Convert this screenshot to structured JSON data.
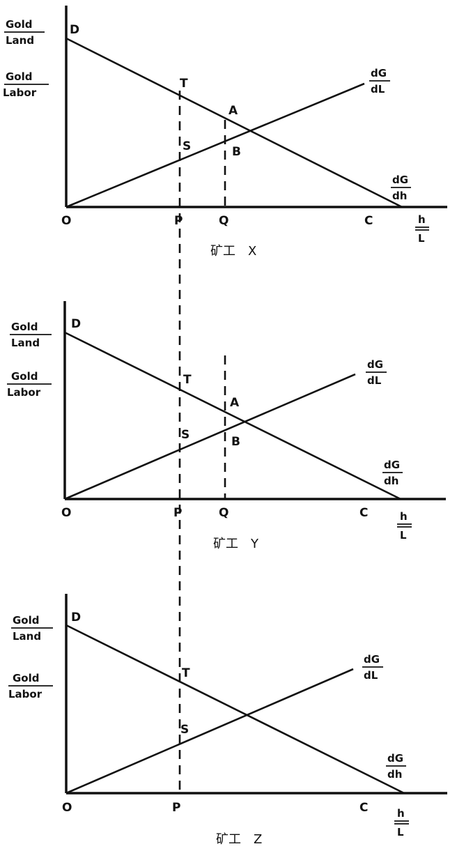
{
  "labels": {
    "gold": "Gold",
    "land": "Land",
    "labor": "Labor",
    "dG": "dG",
    "dL": "dL",
    "dh": "dh",
    "h": "h",
    "L": "L",
    "O": "O",
    "P": "P",
    "Q": "Q",
    "C": "C",
    "D": "D",
    "T": "T",
    "S": "S",
    "A": "A",
    "B": "B"
  },
  "panels": [
    {
      "caption": "矿工　X",
      "show_q": true
    },
    {
      "caption": "矿工　Y",
      "show_q": true
    },
    {
      "caption": "矿工　Z",
      "show_q": false
    }
  ]
}
